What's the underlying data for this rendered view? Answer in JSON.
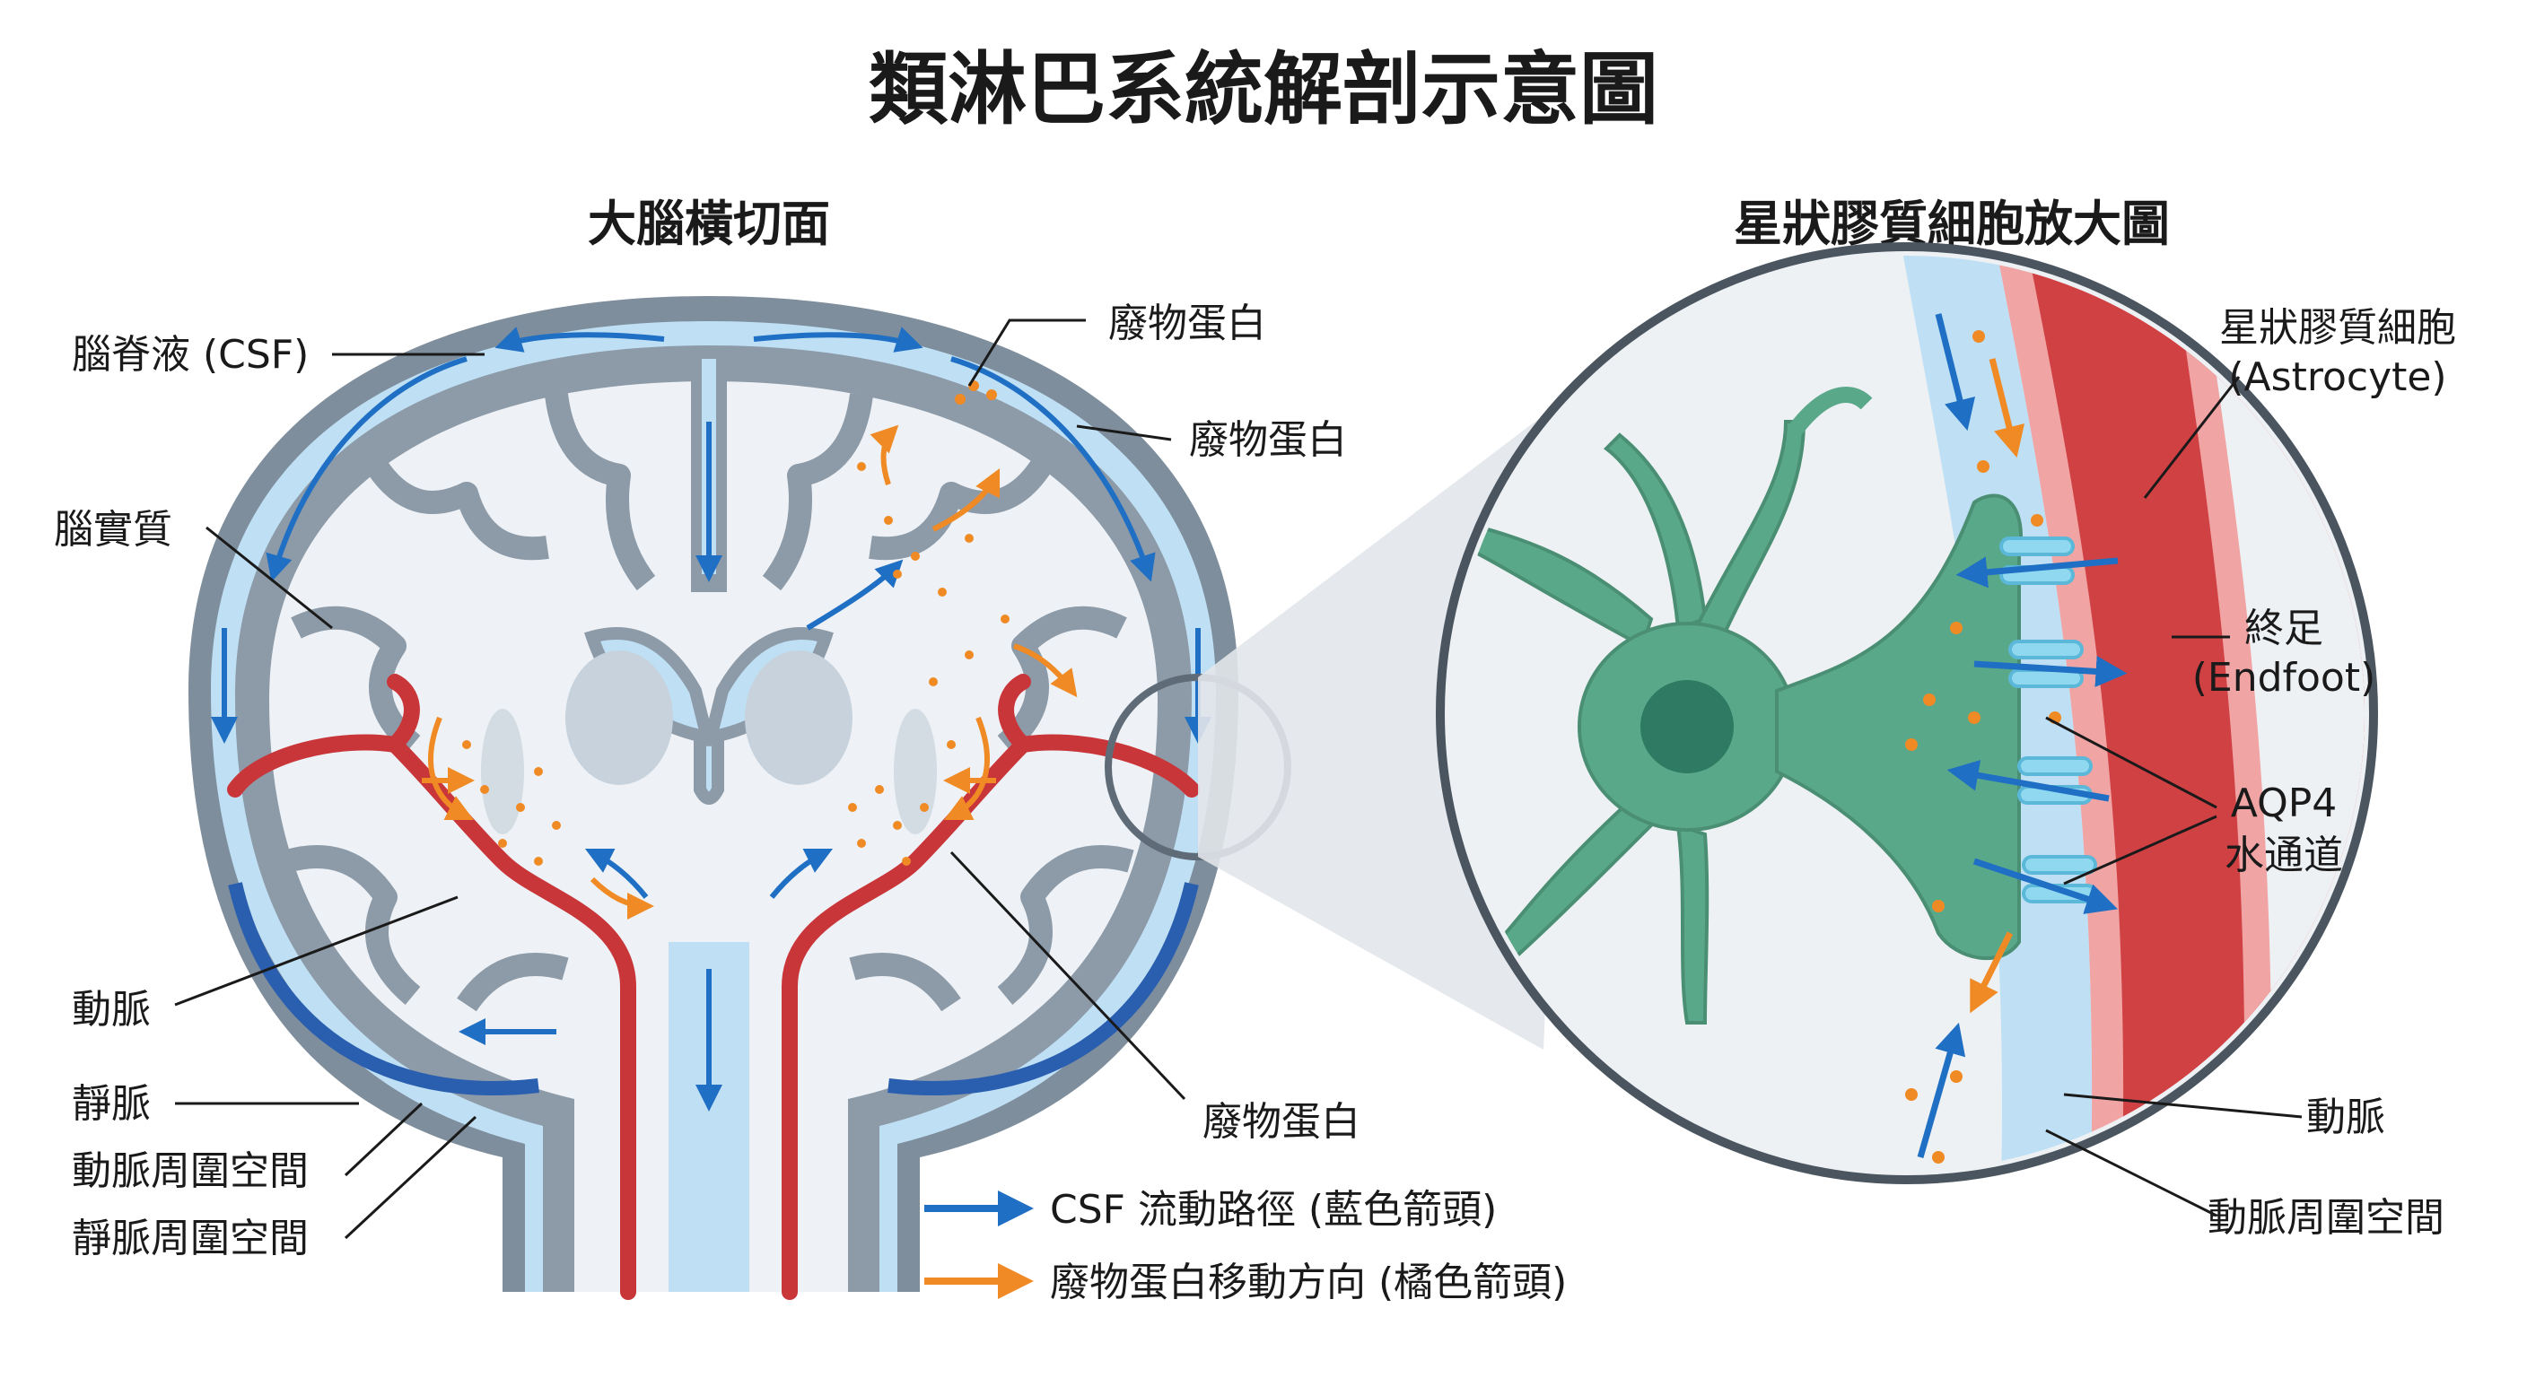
{
  "title": "類淋巴系統解剖示意圖",
  "left_panel": {
    "heading": "大腦橫切面",
    "labels": {
      "csf": "腦脊液 (CSF)",
      "parenchyma": "腦實質",
      "artery": "動脈",
      "vein": "靜脈",
      "periarterial": "動脈周圍空間",
      "perivenous": "靜脈周圍空間",
      "waste_1": "廢物蛋白",
      "waste_2": "廢物蛋白",
      "waste_3": "廢物蛋白"
    }
  },
  "right_panel": {
    "heading": "星狀膠質細胞放大圖",
    "labels": {
      "astrocyte": "星狀膠質細胞",
      "astrocyte_en": "(Astrocyte)",
      "endfoot": "終足",
      "endfoot_en": "(Endfoot)",
      "aqp4": "AQP4",
      "aqp4_sub": "水通道",
      "artery": "動脈",
      "periarterial": "動脈周圍空間"
    }
  },
  "legend": {
    "csf_flow": "CSF 流動路徑 (藍色箭頭)",
    "waste_move": "廢物蛋白移動方向 (橘色箭頭)"
  },
  "colors": {
    "csf_blue": "#1f6fc4",
    "waste_orange": "#f08a24",
    "artery_red": "#c9363a",
    "vein_blue": "#2a5fb0",
    "tissue_gray": "#8d9aa8",
    "astrocyte_green": "#5aa88a"
  }
}
